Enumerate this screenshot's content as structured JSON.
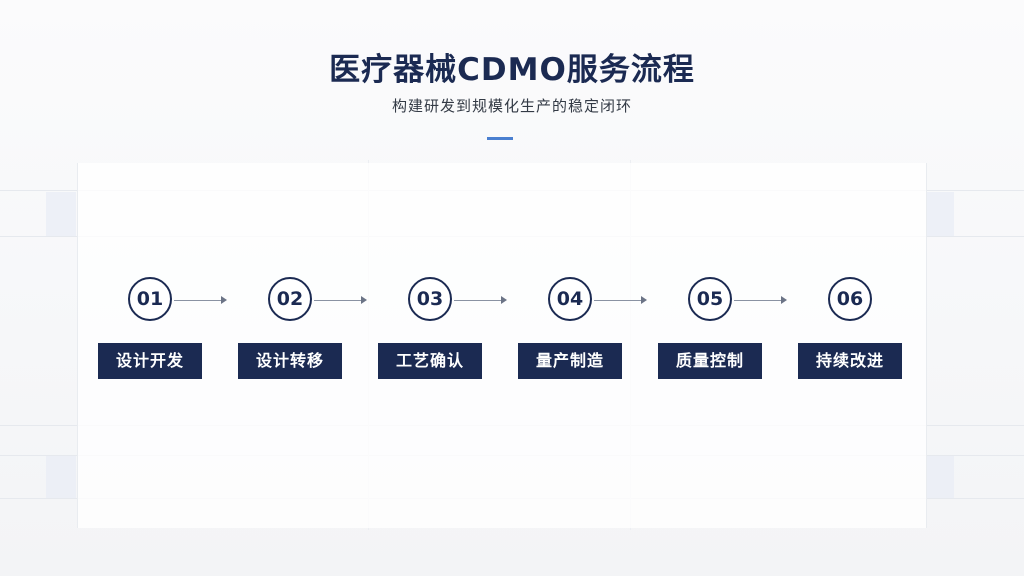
{
  "header": {
    "title": "医疗器械CDMO服务流程",
    "subtitle": "构建研发到规模化生产的稳定闭环"
  },
  "steps": [
    {
      "number": "01",
      "label": "设计开发"
    },
    {
      "number": "02",
      "label": "设计转移"
    },
    {
      "number": "03",
      "label": "工艺确认"
    },
    {
      "number": "04",
      "label": "量产制造"
    },
    {
      "number": "05",
      "label": "质量控制"
    },
    {
      "number": "06",
      "label": "持续改进"
    }
  ],
  "colors": {
    "primary": "#1b2a52",
    "accent": "#4a7fd0",
    "connector": "#8a93a3"
  }
}
